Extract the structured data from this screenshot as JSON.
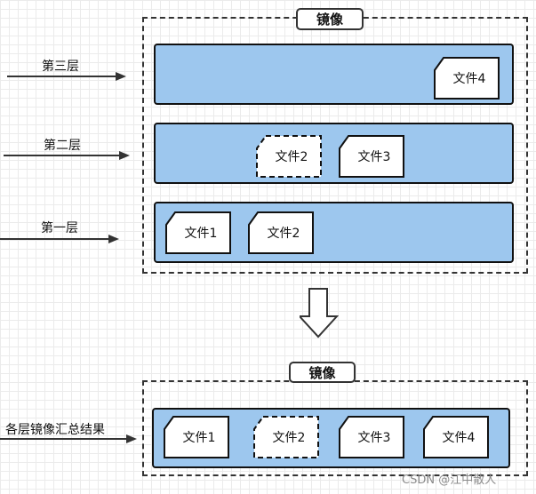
{
  "diagram": {
    "top_title": "镜像",
    "bottom_title": "镜像",
    "layers": [
      {
        "label": "第三层",
        "files": [
          "文件4"
        ]
      },
      {
        "label": "第二层",
        "files": [
          "文件2",
          "文件3"
        ]
      },
      {
        "label": "第一层",
        "files": [
          "文件1",
          "文件2"
        ]
      }
    ],
    "summary_label": "各层镜像汇总结果",
    "summary_files": [
      "文件1",
      "文件2",
      "文件3",
      "文件4"
    ],
    "watermark": "CSDN @江中散人"
  },
  "colors": {
    "layer_fill": "#9dc7ee",
    "file_fill": "#ffffff",
    "stroke": "#111111"
  }
}
